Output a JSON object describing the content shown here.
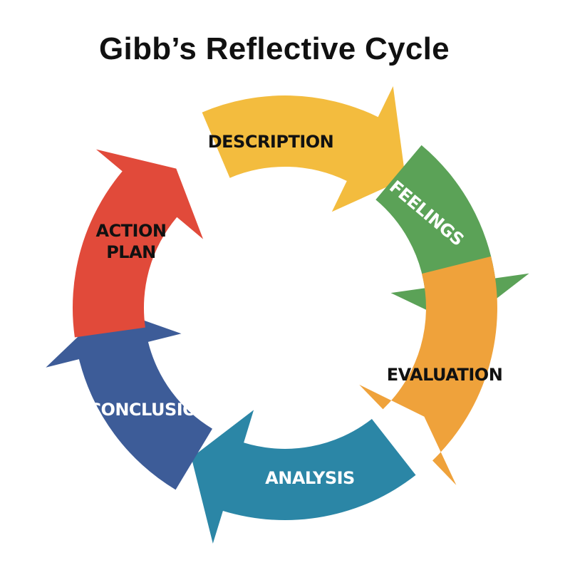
{
  "title": "Gibb’s Reflective Cycle",
  "stages": [
    {
      "label": "DESCRIPTION",
      "lines": [
        "DESCRIPTION"
      ],
      "color": "#F3BC3E",
      "text_color": "#111111"
    },
    {
      "label": "FEELINGS",
      "lines": [
        "FEELINGS"
      ],
      "color": "#5BA257",
      "text_color": "#ffffff"
    },
    {
      "label": "EVALUATION",
      "lines": [
        "EVALUATION"
      ],
      "color": "#EFA23B",
      "text_color": "#111111"
    },
    {
      "label": "ANALYSIS",
      "lines": [
        "ANALYSIS"
      ],
      "color": "#2B86A6",
      "text_color": "#ffffff"
    },
    {
      "label": "CONCLUSION",
      "lines": [
        "CONCLUSION"
      ],
      "color": "#3D5C98",
      "text_color": "#ffffff"
    },
    {
      "label": "ACTION PLAN",
      "lines": [
        "ACTION",
        "PLAN"
      ],
      "color": "#E14A3A",
      "text_color": "#111111"
    }
  ]
}
